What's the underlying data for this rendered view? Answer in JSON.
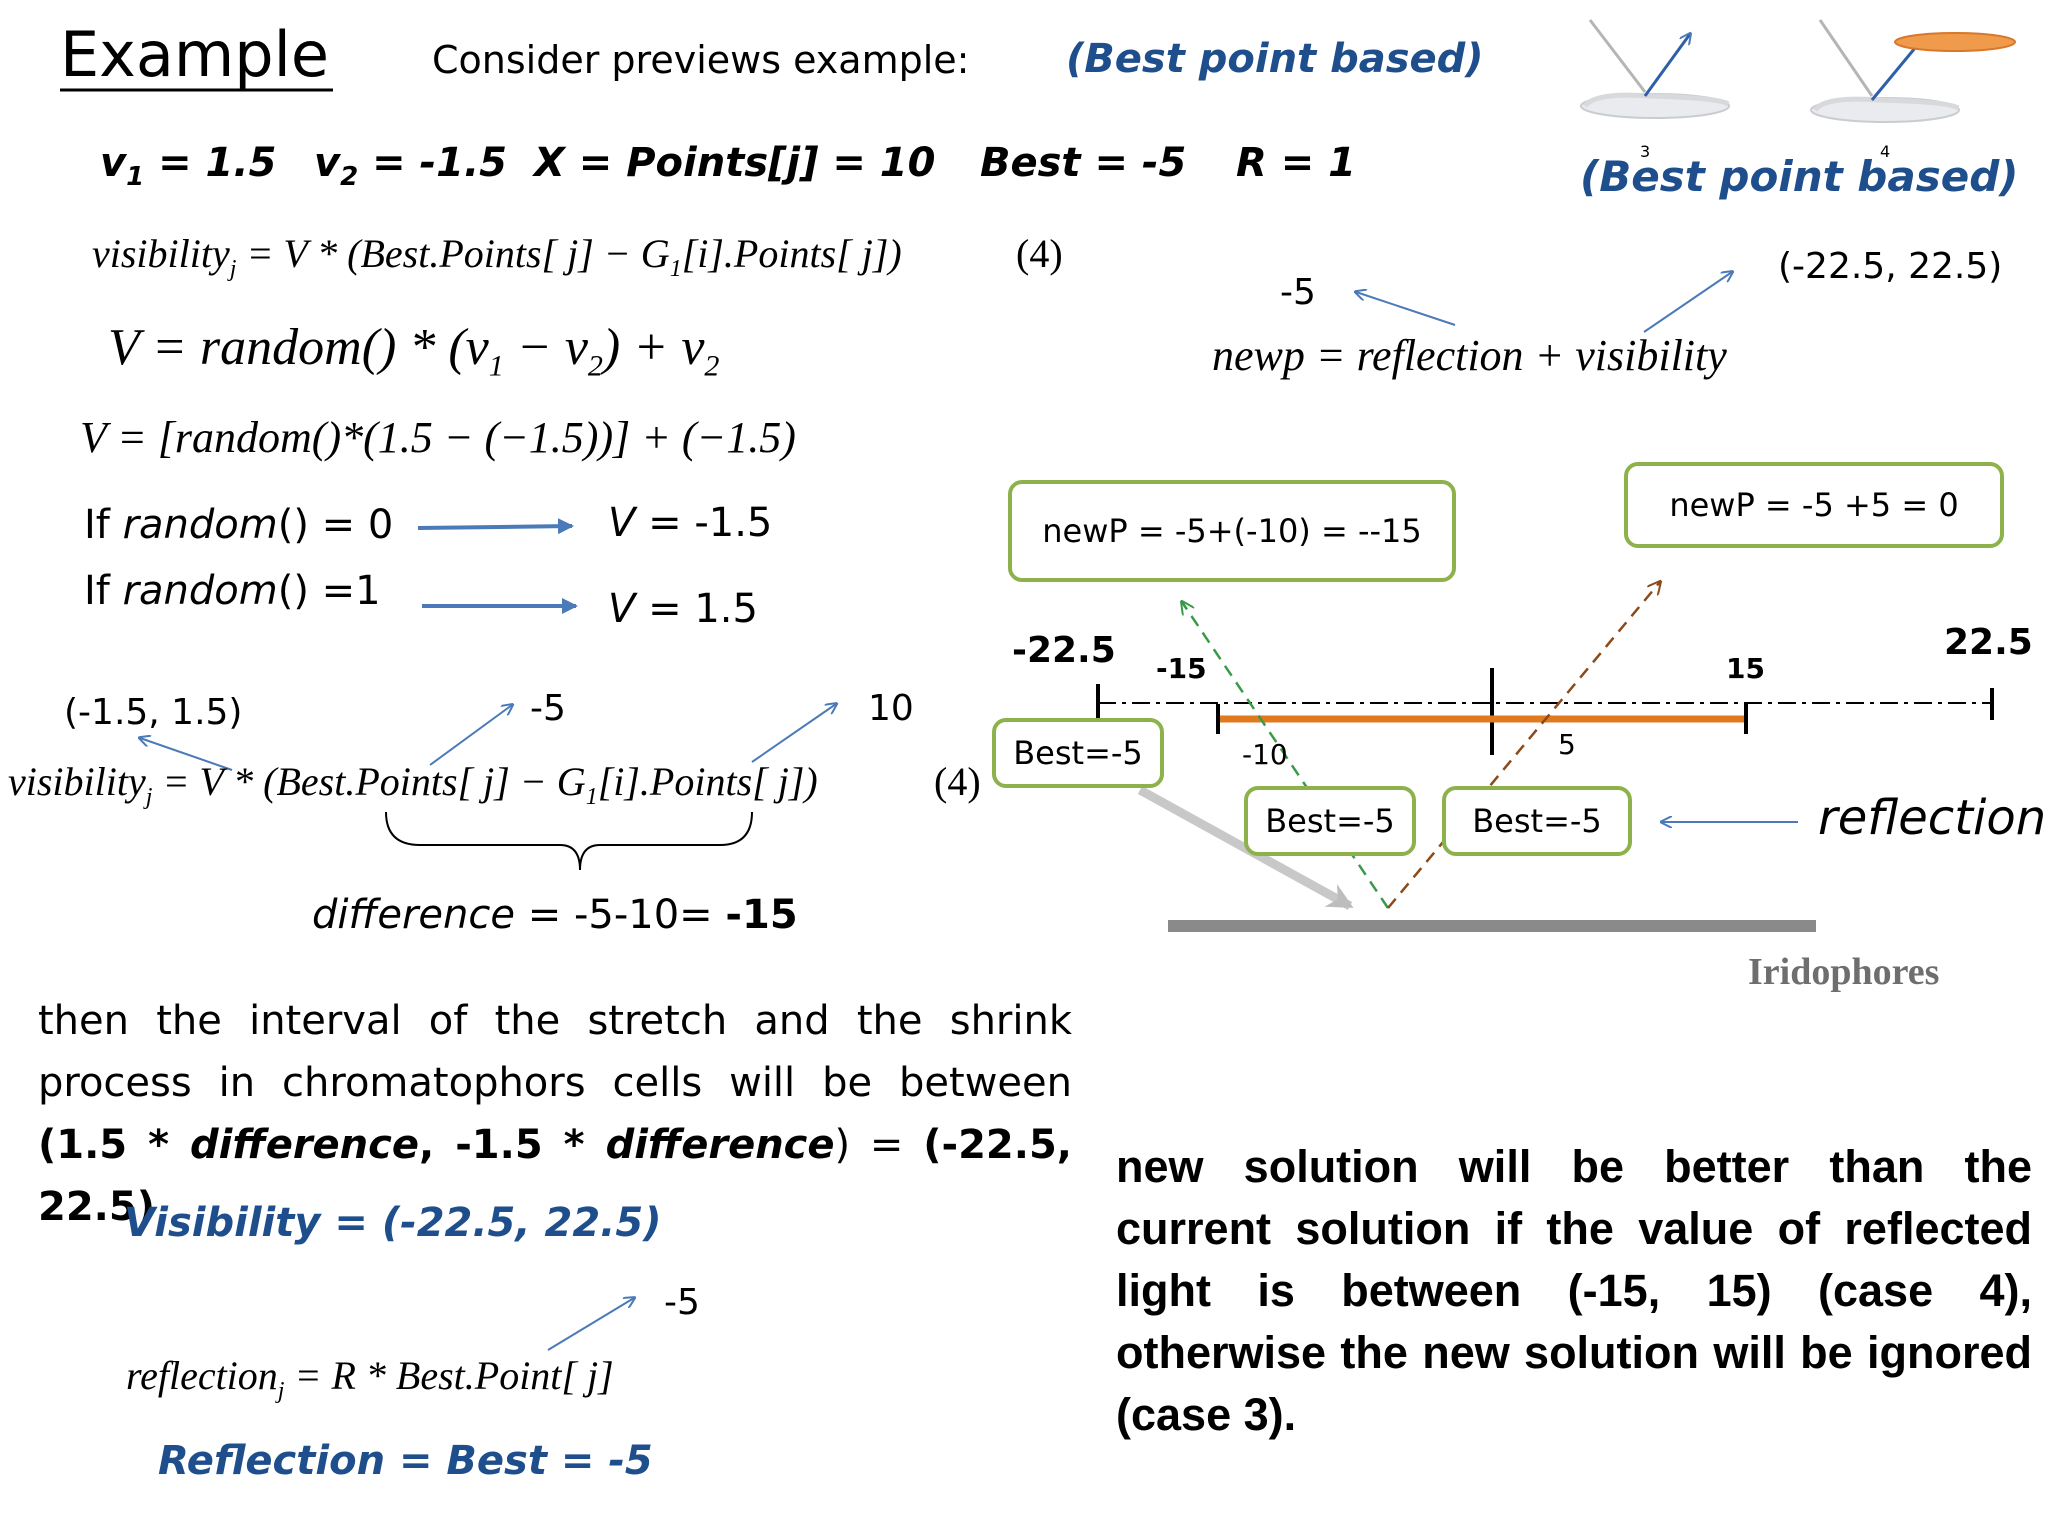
{
  "header": {
    "title": "Example",
    "intro": "Consider previews example:",
    "subtitle": "(Best point based)"
  },
  "params": {
    "v1": "v",
    "v1_sub": "1",
    "v1_val": " = 1.5",
    "v2": "v",
    "v2_sub": "2",
    "v2_val": " = -1.5",
    "x": "X = Points[j] = 10",
    "best": "Best = -5",
    "r": "R = 1"
  },
  "equations": {
    "vis_eq": "visibility",
    "vis_sub": "j",
    "vis_rhs": " = V * (Best.Points[ j] − G",
    "vis_g_sub": "1",
    "vis_rhs2": "[i].Points[ j])",
    "vis_num": "(4)",
    "v_eq": "V = random() * (v",
    "v_sub1": "1",
    "v_mid": " − v",
    "v_sub2": "2",
    "v_end": ") + v",
    "v_sub3": "2",
    "v_num": "V = [random()*(1.5 − (−1.5))] + (−1.5)"
  },
  "cases": {
    "if0": "If ",
    "if0_fn": "random",
    "if0_rest": "() = 0",
    "res0_v": "V",
    "res0": " = -1.5",
    "if1": "If ",
    "if1_fn": "random",
    "if1_rest": "() =1",
    "res1_v": "V",
    "res1": " = 1.5"
  },
  "annot": {
    "range": "(-1.5, 1.5)",
    "minus5": "-5",
    "ten": "10",
    "vis_num2": "(4)",
    "diff_label": "difference",
    "diff_eq": " =  -5-10= ",
    "diff_val": "-15"
  },
  "paragraph": {
    "p1": "then the interval of the stretch and the shrink process in chromatophors cells will be between ",
    "p2": "(1.5 * ",
    "p2_i": "difference",
    "p3": ", -1.5 * ",
    "p3_i": "difference",
    "p4": ") = ",
    "p5": "(-22.5, 22.5)"
  },
  "visibility_result": "Visibility = (-22.5, 22.5)",
  "reflection": {
    "annot": "-5",
    "eq": "reflection",
    "sub": "j",
    "rhs": " = R * Best.Point[ j]",
    "result": "Reflection = Best = -5"
  },
  "diagram": {
    "subtitle": "(Best point based)",
    "img3": "3",
    "img4": "4",
    "newp_annot_left": "-5",
    "newp_annot_right": "(-22.5, 22.5)",
    "newp_eq": "newp = reflection + visibility",
    "box_left": "newP = -5+(-10) = --15",
    "box_right": "newP = -5 +5 = 0",
    "tick_l": "-22.5",
    "tick_r": "22.5",
    "tick_m15": "-15",
    "tick_15": "15",
    "tick_m10": "-10",
    "tick_5": "5",
    "best_a": "Best=-5",
    "best_b": "Best=-5",
    "best_c": "Best=-5",
    "reflection_label": "reflection",
    "iridophores": "Iridophores"
  },
  "conclusion": "new solution will be better than the current solution if the value of reflected light is between (-15, 15) (case 4), otherwise the new solution will be ignored (case 3).",
  "colors": {
    "blue": "#1f4e8c",
    "arrow": "#4a7ab8",
    "green_border": "#8db24c",
    "orange": "#e07a1f",
    "gray": "#8a8a8a"
  }
}
